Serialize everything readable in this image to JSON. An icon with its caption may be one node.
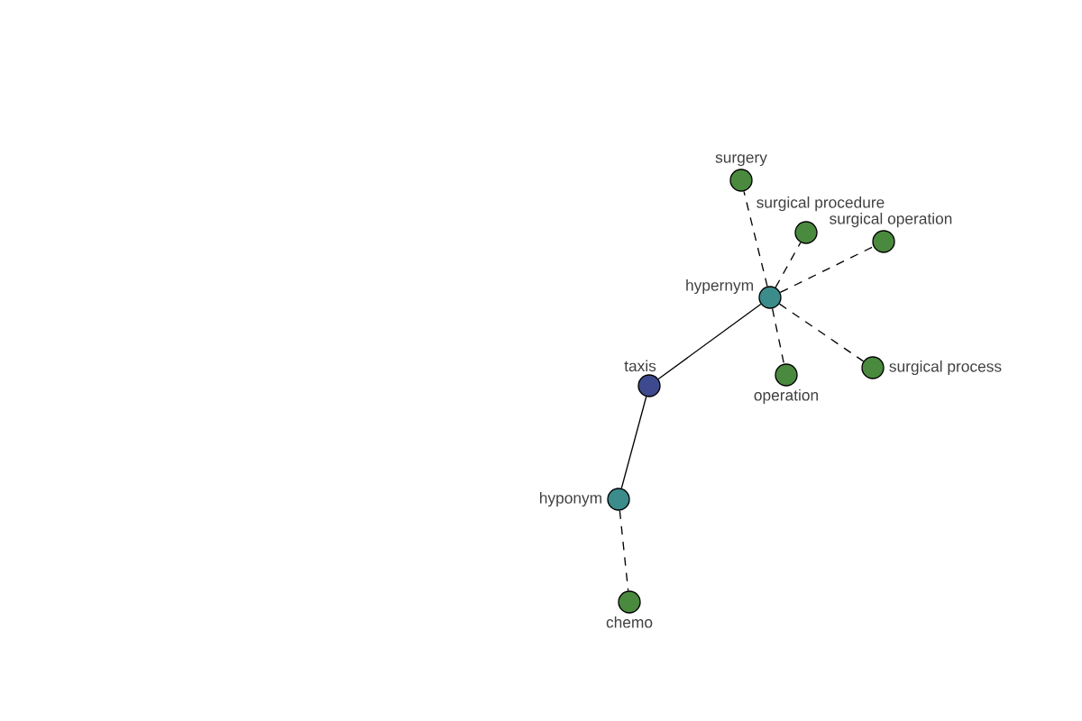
{
  "diagram": {
    "nodes": [
      {
        "text": [
          "surgery"
        ]
      },
      {
        "text": [
          "surgical procedure"
        ]
      },
      {
        "text": [
          "surgical operation"
        ]
      },
      {
        "text": [
          "hypernym"
        ]
      },
      {
        "text": [
          "surgical process"
        ]
      },
      {
        "text": [
          "operation"
        ]
      },
      {
        "text": [
          "taxis"
        ]
      },
      {
        "text": [
          "hyponym"
        ]
      },
      {
        "text": [
          "chemo"
        ]
      }
    ],
    "edges": [
      {
        "from": 6,
        "to": 3,
        "arrow": "none"
      },
      {
        "from": 3,
        "to": 0,
        "arrow": "none",
        "style": "dashed"
      },
      {
        "from": 3,
        "to": 1,
        "arrow": "none",
        "style": "dashed"
      },
      {
        "from": 3,
        "to": 2,
        "arrow": "none",
        "style": "dashed"
      },
      {
        "from": 3,
        "to": 4,
        "arrow": "none",
        "style": "dashed"
      },
      {
        "from": 3,
        "to": 5,
        "arrow": "none",
        "style": "dashed"
      },
      {
        "from": 6,
        "to": 7,
        "arrow": "none"
      },
      {
        "from": 7,
        "to": 8,
        "arrow": "none",
        "style": "dashed"
      }
    ]
  }
}
